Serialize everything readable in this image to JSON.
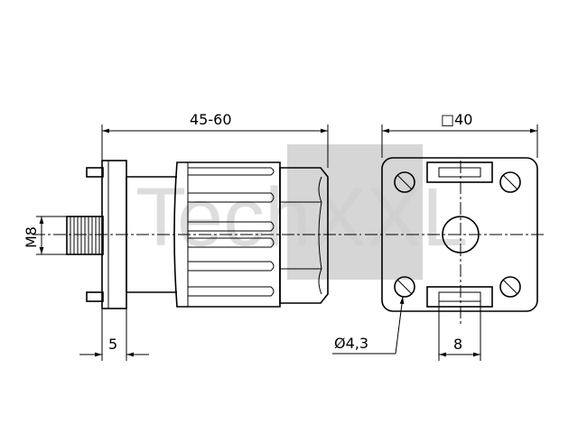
{
  "watermark": {
    "text": "TechXXL",
    "color": "#b0b0b0"
  },
  "dimensions": {
    "overall_length": "45-60",
    "square_size": "□40",
    "thread": "M8",
    "flange_thickness": "5",
    "hole_diameter": "Ø4,3",
    "slot_width": "8"
  }
}
